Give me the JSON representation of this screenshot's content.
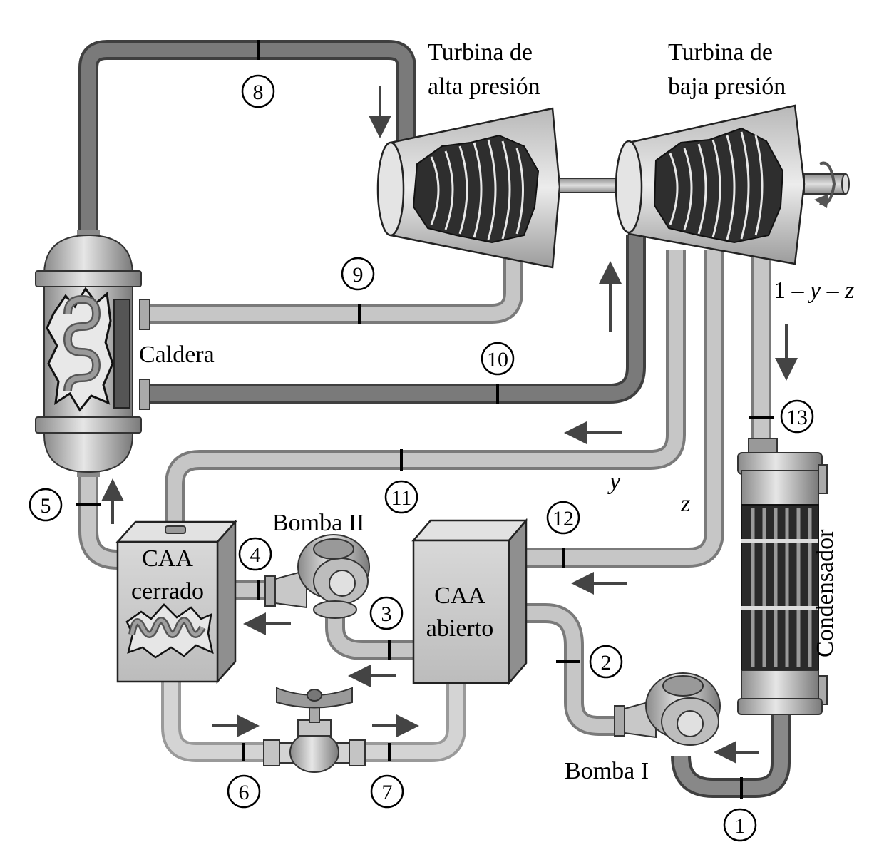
{
  "labels": {
    "hp_turbine_line1": "Turbina de",
    "hp_turbine_line2": "alta presión",
    "lp_turbine_line1": "Turbina de",
    "lp_turbine_line2": "baja presión",
    "boiler": "Caldera",
    "pump2": "Bomba II",
    "pump1": "Bomba I",
    "closed_fwh_line1": "CAA",
    "closed_fwh_line2": "cerrado",
    "open_fwh_line1": "CAA",
    "open_fwh_line2": "abierto",
    "condenser": "Condensador",
    "flow_y": "y",
    "flow_z": "z",
    "flow_rest_a": "1 – ",
    "flow_rest_y": "y",
    "flow_rest_b": " – ",
    "flow_rest_z": "z"
  },
  "states": {
    "s1": "1",
    "s2": "2",
    "s3": "3",
    "s4": "4",
    "s5": "5",
    "s6": "6",
    "s7": "7",
    "s8": "8",
    "s9": "9",
    "s10": "10",
    "s11": "11",
    "s12": "12",
    "s13": "13"
  },
  "colors": {
    "pipe_light": "#bdbdbd",
    "pipe_dark": "#6b6b6b",
    "equipment": "#cfcfcf",
    "arrow": "#444444"
  }
}
